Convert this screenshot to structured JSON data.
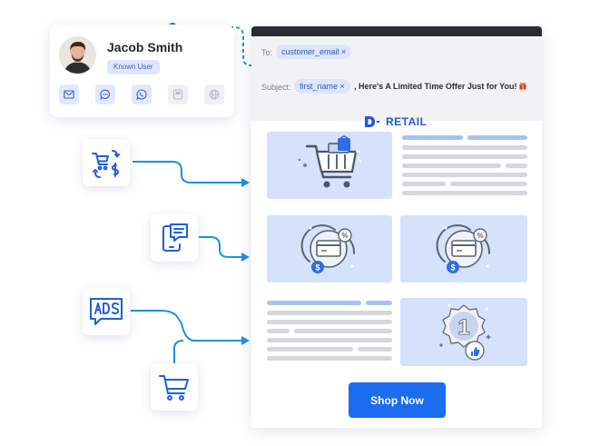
{
  "contact": {
    "name": "Jacob Smith",
    "status_badge": "Known User",
    "channels": [
      "email-icon",
      "chat-icon",
      "whatsapp-icon",
      "push-icon",
      "web-icon"
    ]
  },
  "side_icons": [
    "cart-exchange-icon",
    "app-notification-icon",
    "ads-icon",
    "cart-icon"
  ],
  "email": {
    "to_label": "To:",
    "to_value": "customer_email",
    "subject_label": "Subject:",
    "subject_token": "first_name",
    "subject_text": ", Here's A Limited Time Offer Just for You!",
    "brand": "RETAIL",
    "cta_label": "Shop Now"
  },
  "colors": {
    "accent": "#1c6cf0",
    "brand_blue": "#2158d6",
    "tile_bg": "#d6e2fb",
    "chip_bg": "#dde5fb"
  }
}
